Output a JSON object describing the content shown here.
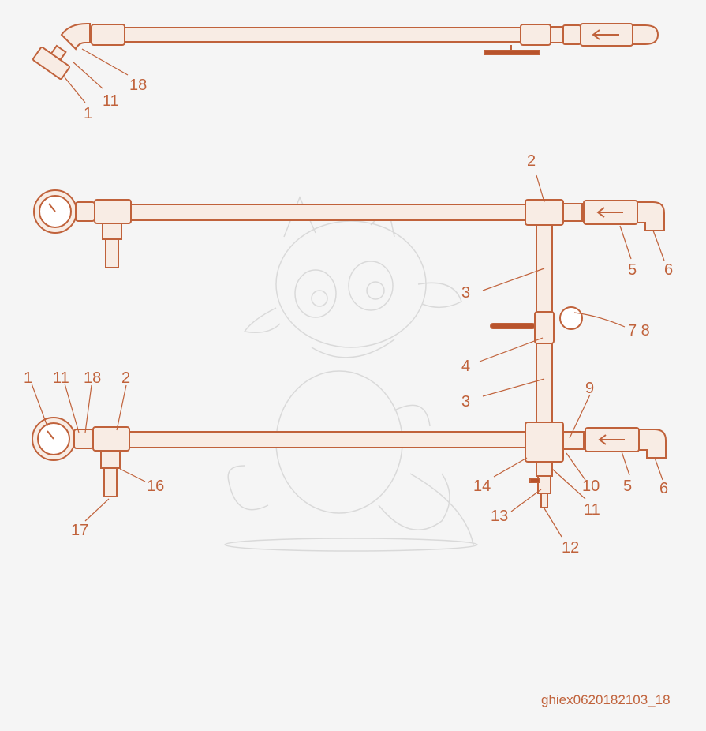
{
  "colors": {
    "background": "#f5f5f5",
    "line": "#c0623b",
    "pipe_fill": "#f8ece4",
    "handle": "#b8532c",
    "watermark": "#d6d6d6"
  },
  "top_assembly": {
    "callouts": {
      "c1": "1",
      "c11": "11",
      "c18": "18"
    }
  },
  "middle_assembly": {
    "callouts": {
      "c2": "2",
      "c3": "3",
      "c4": "4",
      "c5": "5",
      "c6": "6",
      "c78": "7 8"
    }
  },
  "bottom_assembly": {
    "callouts": {
      "c1": "1",
      "c11a": "11",
      "c18": "18",
      "c2": "2",
      "c16": "16",
      "c17": "17",
      "c3": "3",
      "c9": "9",
      "c14": "14",
      "c10": "10",
      "c11b": "11",
      "c13": "13",
      "c12": "12",
      "c5": "5",
      "c6": "6"
    }
  },
  "watermark": {
    "icon": "dragon-mascot-icon"
  },
  "footer": {
    "code": "ghiex0620182103_18"
  }
}
